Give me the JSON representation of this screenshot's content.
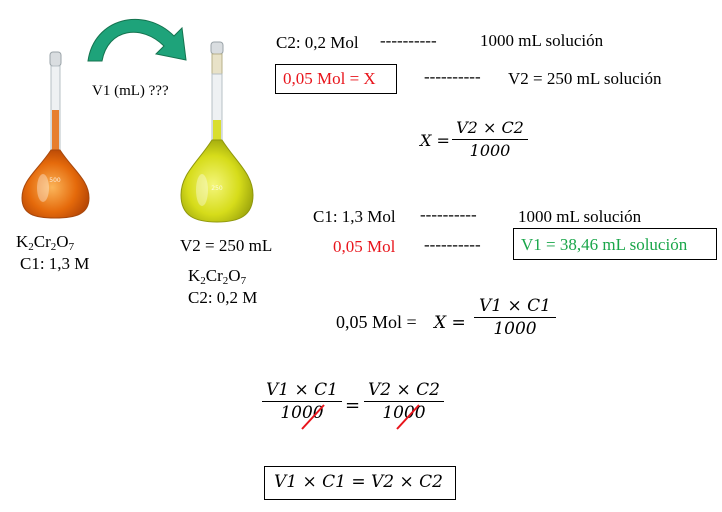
{
  "arrow_label": "V1 (mL) ???",
  "left_flask": {
    "formula_parts": [
      "K",
      "2",
      "Cr",
      "2",
      "O",
      "7"
    ],
    "c1": "C1: 1,3 M",
    "liquid_color": "#e56a0b"
  },
  "right_flask": {
    "v2": "V2 = 250 mL",
    "formula_parts": [
      "K",
      "2",
      "Cr",
      "2",
      "O",
      "7"
    ],
    "c2": "C2: 0,2 M",
    "liquid_color": "#d6dc1a"
  },
  "rule1": {
    "left": "C2: 0,2 Mol",
    "dashes": "----------",
    "right": "1000 mL solución"
  },
  "rule2": {
    "left_boxed": "0,05 Mol = X",
    "dashes": "----------",
    "right": "V2 = 250 mL solución"
  },
  "eq1": {
    "lhs": "X =",
    "num": "V2 × C2",
    "den": "1000"
  },
  "rule3": {
    "left": "C1: 1,3 Mol",
    "dashes": "----------",
    "right": "1000 mL solución"
  },
  "rule4": {
    "left": "0,05 Mol",
    "dashes": "----------",
    "right_boxed": "V1 = 38,46 mL solución"
  },
  "eq2": {
    "lhs_plain": "0,05 Mol = ",
    "lhs_var": "X =",
    "num": "V1 × C1",
    "den": "1000"
  },
  "eq3": {
    "num_left": "V1 × C1",
    "den_left": "1000",
    "eq": "=",
    "num_right": "V2 × C2",
    "den_right": "1000"
  },
  "eq4": {
    "text": "V1 × C1 = V2 × C2"
  },
  "colors": {
    "red": "#e8141b",
    "green": "#1aa64a",
    "arrow": "#1ea37a"
  }
}
